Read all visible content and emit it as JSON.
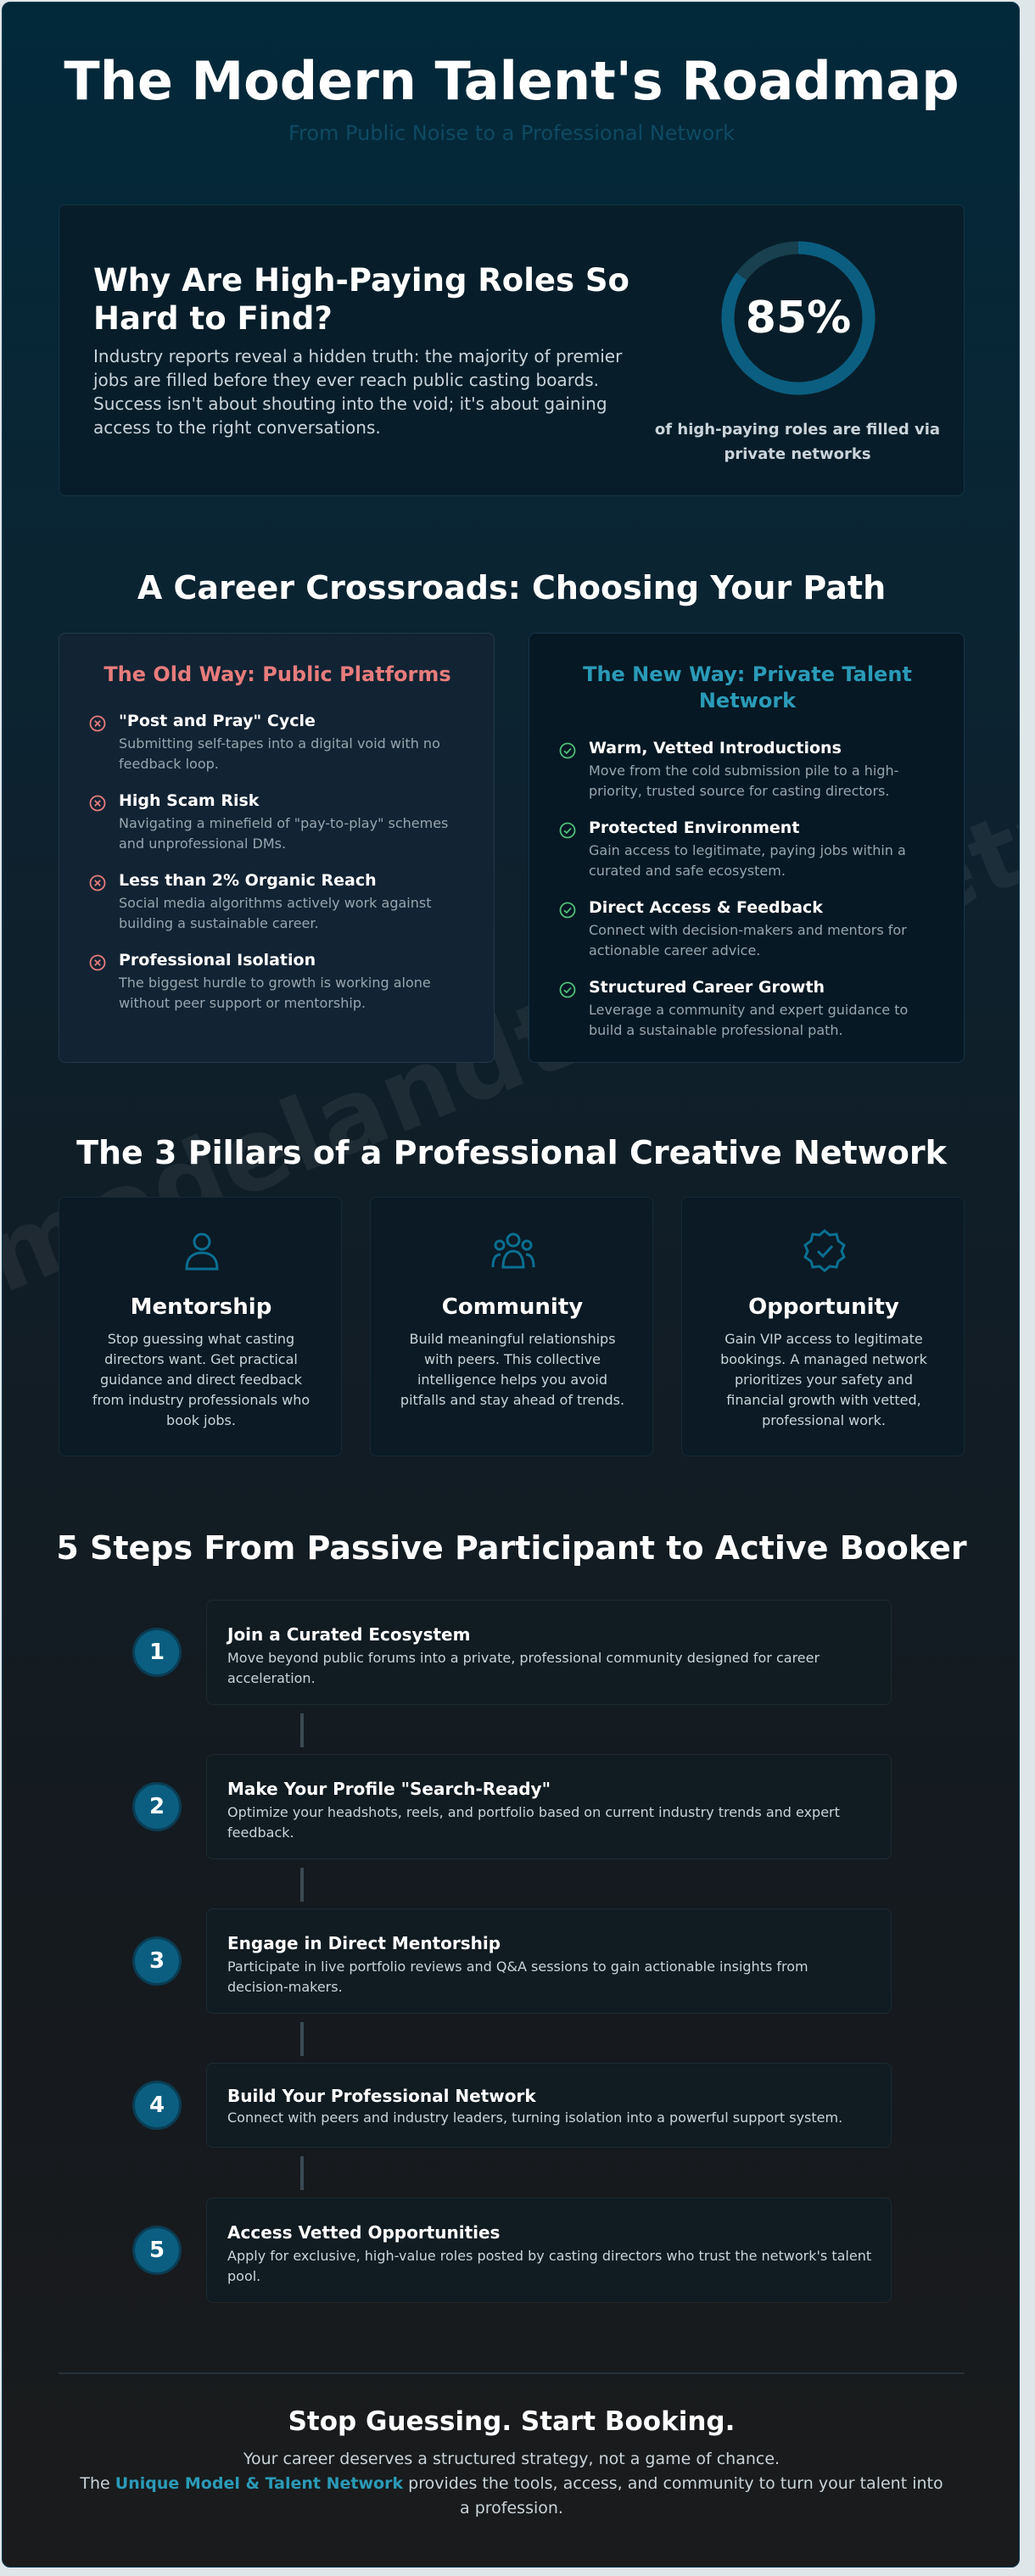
{
  "hero": {
    "title": "The Modern Talent's Roadmap",
    "subtitle": "From Public Noise to a Professional Network"
  },
  "watermark": "modelandtalentnetwo",
  "stat": {
    "heading": "Why Are High-Paying Roles So Hard to Find?",
    "body": "Industry reports reveal a hidden truth: the majority of premier jobs are filled before they ever reach public casting boards. Success isn't about shouting into the void; it's about gaining access to the right conversations.",
    "value": "85%",
    "fraction": 0.85,
    "caption": "of high-paying roles are filled via private networks",
    "ring_color": "#0b5e80",
    "track_color": "#18404f"
  },
  "crossroads": {
    "title": "A Career Crossroads: Choosing Your Path",
    "old": {
      "title": "The Old Way: Public Platforms",
      "accent": "#e87c7c",
      "icon": "x-circle-icon",
      "items": [
        {
          "title": "\"Post and Pray\" Cycle",
          "desc": "Submitting self-tapes into a digital void with no feedback loop."
        },
        {
          "title": "High Scam Risk",
          "desc": "Navigating a minefield of \"pay-to-play\" schemes and unprofessional DMs."
        },
        {
          "title": "Less than 2% Organic Reach",
          "desc": "Social media algorithms actively work against building a sustainable career."
        },
        {
          "title": "Professional Isolation",
          "desc": "The biggest hurdle to growth is working alone without peer support or mentorship."
        }
      ]
    },
    "new": {
      "title": "The New Way: Private Talent Network",
      "accent": "#2a9bb8",
      "icon": "check-circle-icon",
      "items": [
        {
          "title": "Warm, Vetted Introductions",
          "desc": "Move from the cold submission pile to a high-priority, trusted source for casting directors."
        },
        {
          "title": "Protected Environment",
          "desc": "Gain access to legitimate, paying jobs within a curated and safe ecosystem."
        },
        {
          "title": "Direct Access & Feedback",
          "desc": "Connect with decision-makers and mentors for actionable career advice."
        },
        {
          "title": "Structured Career Growth",
          "desc": "Leverage a community and expert guidance to build a sustainable professional path."
        }
      ]
    }
  },
  "pillars": {
    "title": "The 3 Pillars of a Professional Creative Network",
    "items": [
      {
        "icon": "person-icon",
        "title": "Mentorship",
        "desc": "Stop guessing what casting directors want. Get practical guidance and direct feedback from industry professionals who book jobs."
      },
      {
        "icon": "group-icon",
        "title": "Community",
        "desc": "Build meaningful relationships with peers. This collective intelligence helps you avoid pitfalls and stay ahead of trends."
      },
      {
        "icon": "verified-badge-icon",
        "title": "Opportunity",
        "desc": "Gain VIP access to legitimate bookings. A managed network prioritizes your safety and financial growth with vetted, professional work."
      }
    ]
  },
  "steps": {
    "title": "5 Steps From Passive Participant to Active Booker",
    "items": [
      {
        "num": "1",
        "title": "Join a Curated Ecosystem",
        "desc": "Move beyond public forums into a private, professional community designed for career acceleration."
      },
      {
        "num": "2",
        "title": "Make Your Profile \"Search-Ready\"",
        "desc": "Optimize your headshots, reels, and portfolio based on current industry trends and expert feedback."
      },
      {
        "num": "3",
        "title": "Engage in Direct Mentorship",
        "desc": "Participate in live portfolio reviews and Q&A sessions to gain actionable insights from decision-makers."
      },
      {
        "num": "4",
        "title": "Build Your Professional Network",
        "desc": "Connect with peers and industry leaders, turning isolation into a powerful support system."
      },
      {
        "num": "5",
        "title": "Access Vetted Opportunities",
        "desc": "Apply for exclusive, high-value roles posted by casting directors who trust the network's talent pool."
      }
    ]
  },
  "cta": {
    "title": "Stop Guessing. Start Booking.",
    "line1": "Your career deserves a structured strategy, not a game of chance.",
    "prefix": "The ",
    "brand": "Unique Model & Talent Network",
    "suffix": " provides the tools, access, and community to turn your talent into a profession."
  }
}
